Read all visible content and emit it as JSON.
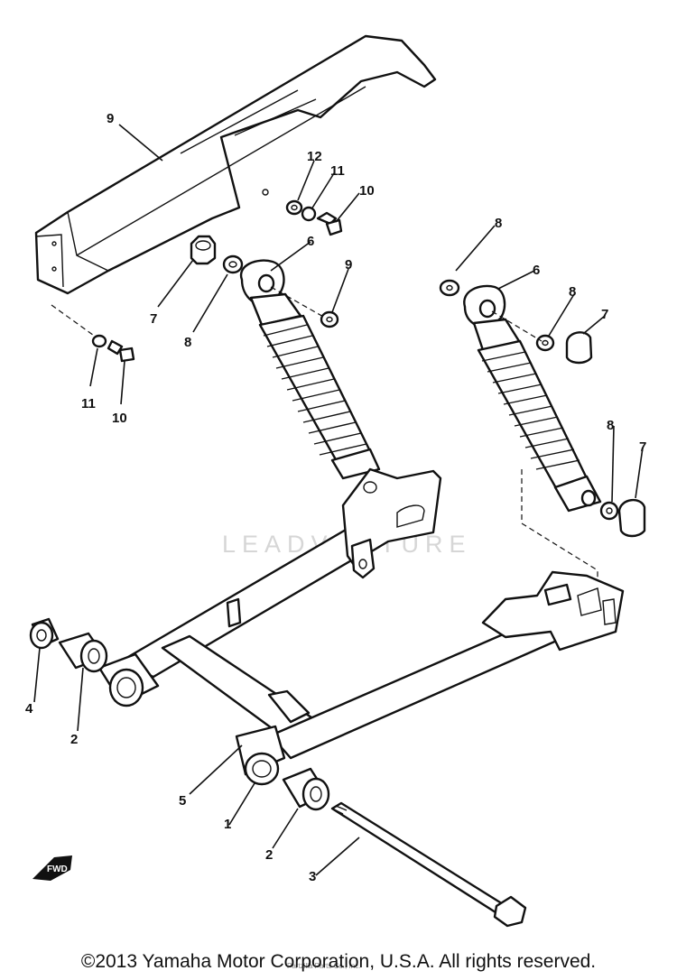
{
  "watermark": "LEADVENTURE",
  "copyright": "©2013 Yamaha Motor Corporation, U.S.A. All rights reserved.",
  "faint_text": "Partzilla Parts Co., Inc.",
  "forward_badge": "FWD",
  "callouts": {
    "c9": "9",
    "c12": "12",
    "c11a": "11",
    "c10a": "10",
    "c7a": "7",
    "c8a": "8",
    "c6a": "6",
    "c9b": "9",
    "c11b": "11",
    "c10b": "10",
    "c8b": "8",
    "c6b": "6",
    "c8c": "8",
    "c7b": "7",
    "c8d": "8",
    "c7c": "7",
    "c4": "4",
    "c2a": "2",
    "c5": "5",
    "c1": "1",
    "c2b": "2",
    "c3": "3"
  }
}
